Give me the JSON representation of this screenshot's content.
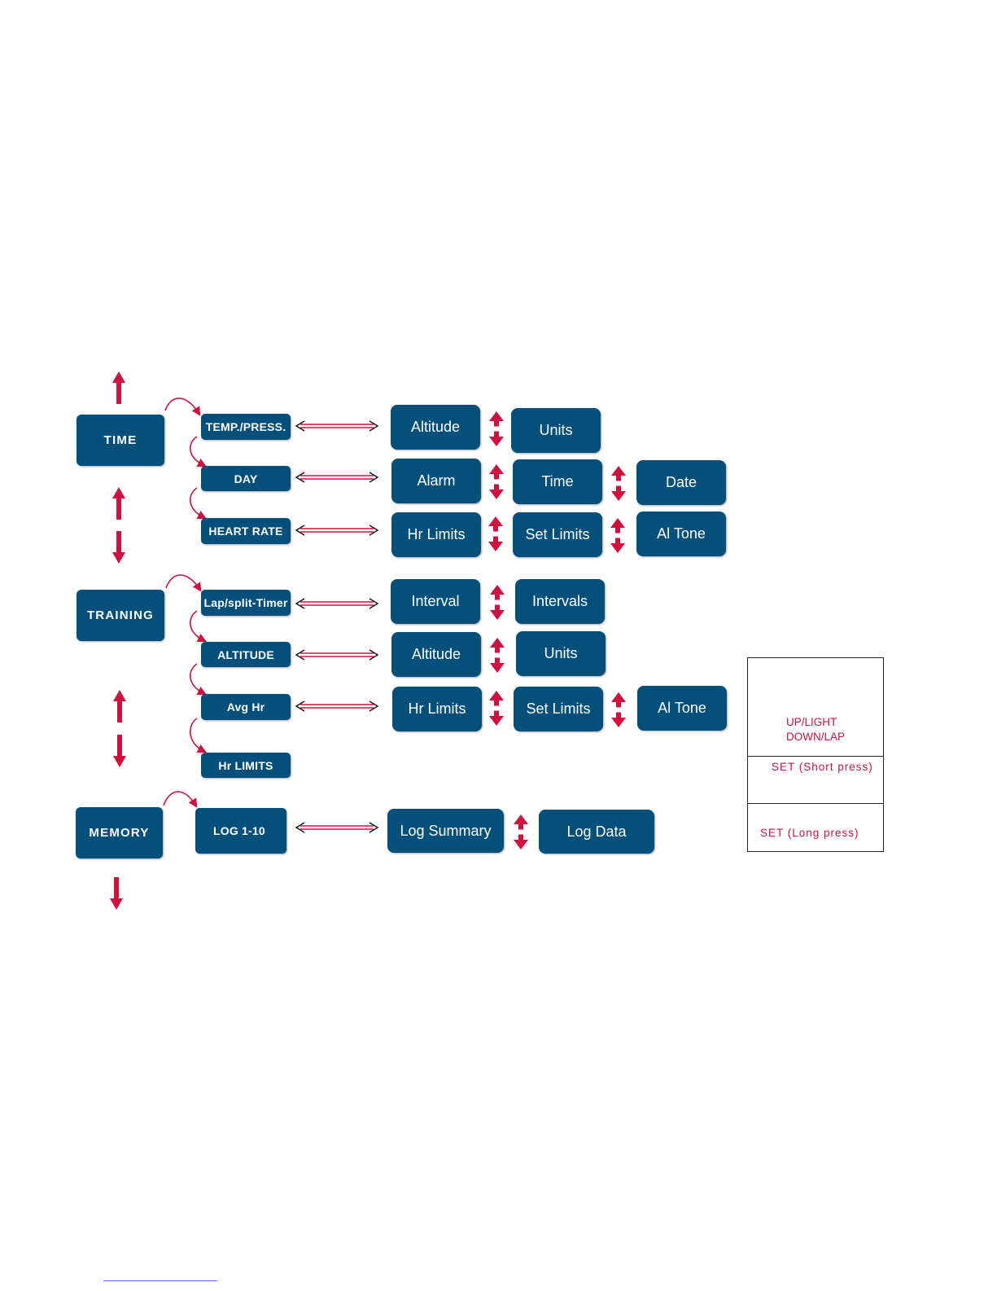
{
  "colors": {
    "box_fill": "#05507a",
    "box_text": "#ffffff",
    "arrow": "#d0103f",
    "legend_border": "#222222"
  },
  "modes": [
    "TIME",
    "TRAINING",
    "MEMORY"
  ],
  "submenus": {
    "time": [
      "TEMP./PRESS.",
      "DAY",
      "HEART RATE"
    ],
    "training": [
      "Lap/split-Timer",
      "ALTITUDE",
      "Avg Hr",
      "Hr LIMITS"
    ],
    "memory": [
      "LOG 1-10"
    ]
  },
  "options": {
    "temp_press": [
      "Altitude",
      "Units"
    ],
    "day": [
      "Alarm",
      "Time",
      "Date"
    ],
    "heart_rate": [
      "Hr Limits",
      "Set Limits",
      "Al Tone"
    ],
    "lap_split": [
      "Interval",
      "Intervals"
    ],
    "altitude": [
      "Altitude",
      "Units"
    ],
    "avg_hr": [
      "Hr Limits",
      "Set Limits",
      "Al Tone"
    ],
    "log": [
      "Log Summary",
      "Log Data"
    ]
  },
  "legend": {
    "up_down_line1": "UP/LIGHT",
    "up_down_line2": "DOWN/LAP",
    "short_press": "SET (Short press)",
    "long_press": "SET  (Long press)"
  },
  "icons": [
    "up-arrow-icon",
    "down-arrow-icon",
    "up-down-arrow-icon",
    "curved-arrow-icon",
    "long-press-arrow-icon"
  ]
}
